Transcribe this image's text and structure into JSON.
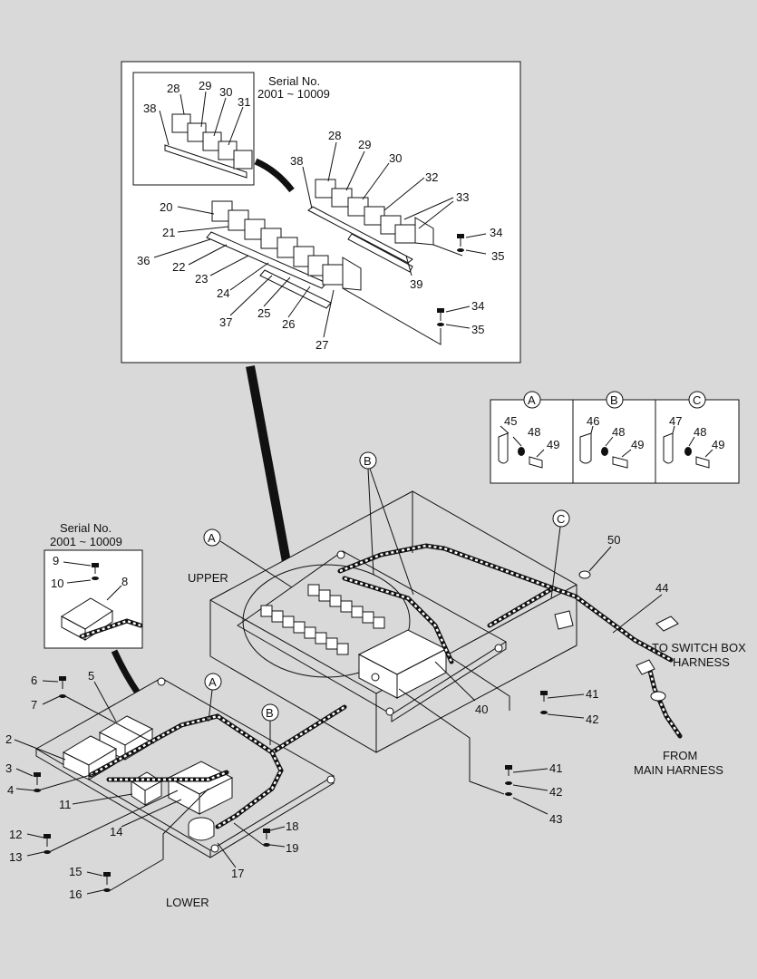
{
  "serial": {
    "label": "Serial No.",
    "range": "2001 ~ 10009"
  },
  "captions": {
    "upper": "UPPER",
    "lower": "LOWER",
    "to_switch_box_1": "TO SWITCH BOX",
    "to_switch_box_2": "HARNESS",
    "from_main_1": "FROM",
    "from_main_2": "MAIN HARNESS"
  },
  "detail_letters": [
    "A",
    "B",
    "C"
  ],
  "part_numbers": {
    "p2": "2",
    "p3": "3",
    "p4": "4",
    "p5": "5",
    "p6": "6",
    "p7": "7",
    "p8": "8",
    "p9": "9",
    "p10": "10",
    "p11": "11",
    "p12": "12",
    "p13": "13",
    "p14": "14",
    "p15": "15",
    "p16": "16",
    "p17": "17",
    "p18": "18",
    "p19": "19",
    "p20": "20",
    "p21": "21",
    "p22": "22",
    "p23": "23",
    "p24": "24",
    "p25": "25",
    "p26": "26",
    "p27": "27",
    "p28": "28",
    "p29": "29",
    "p30": "30",
    "p31": "31",
    "p32": "32",
    "p33": "33",
    "p34": "34",
    "p35": "35",
    "p36": "36",
    "p37": "37",
    "p38": "38",
    "p39": "39",
    "p40": "40",
    "p41": "41",
    "p42": "42",
    "p43": "43",
    "p44": "44",
    "p45": "45",
    "p46": "46",
    "p47": "47",
    "p48": "48",
    "p49": "49",
    "p50": "50"
  }
}
